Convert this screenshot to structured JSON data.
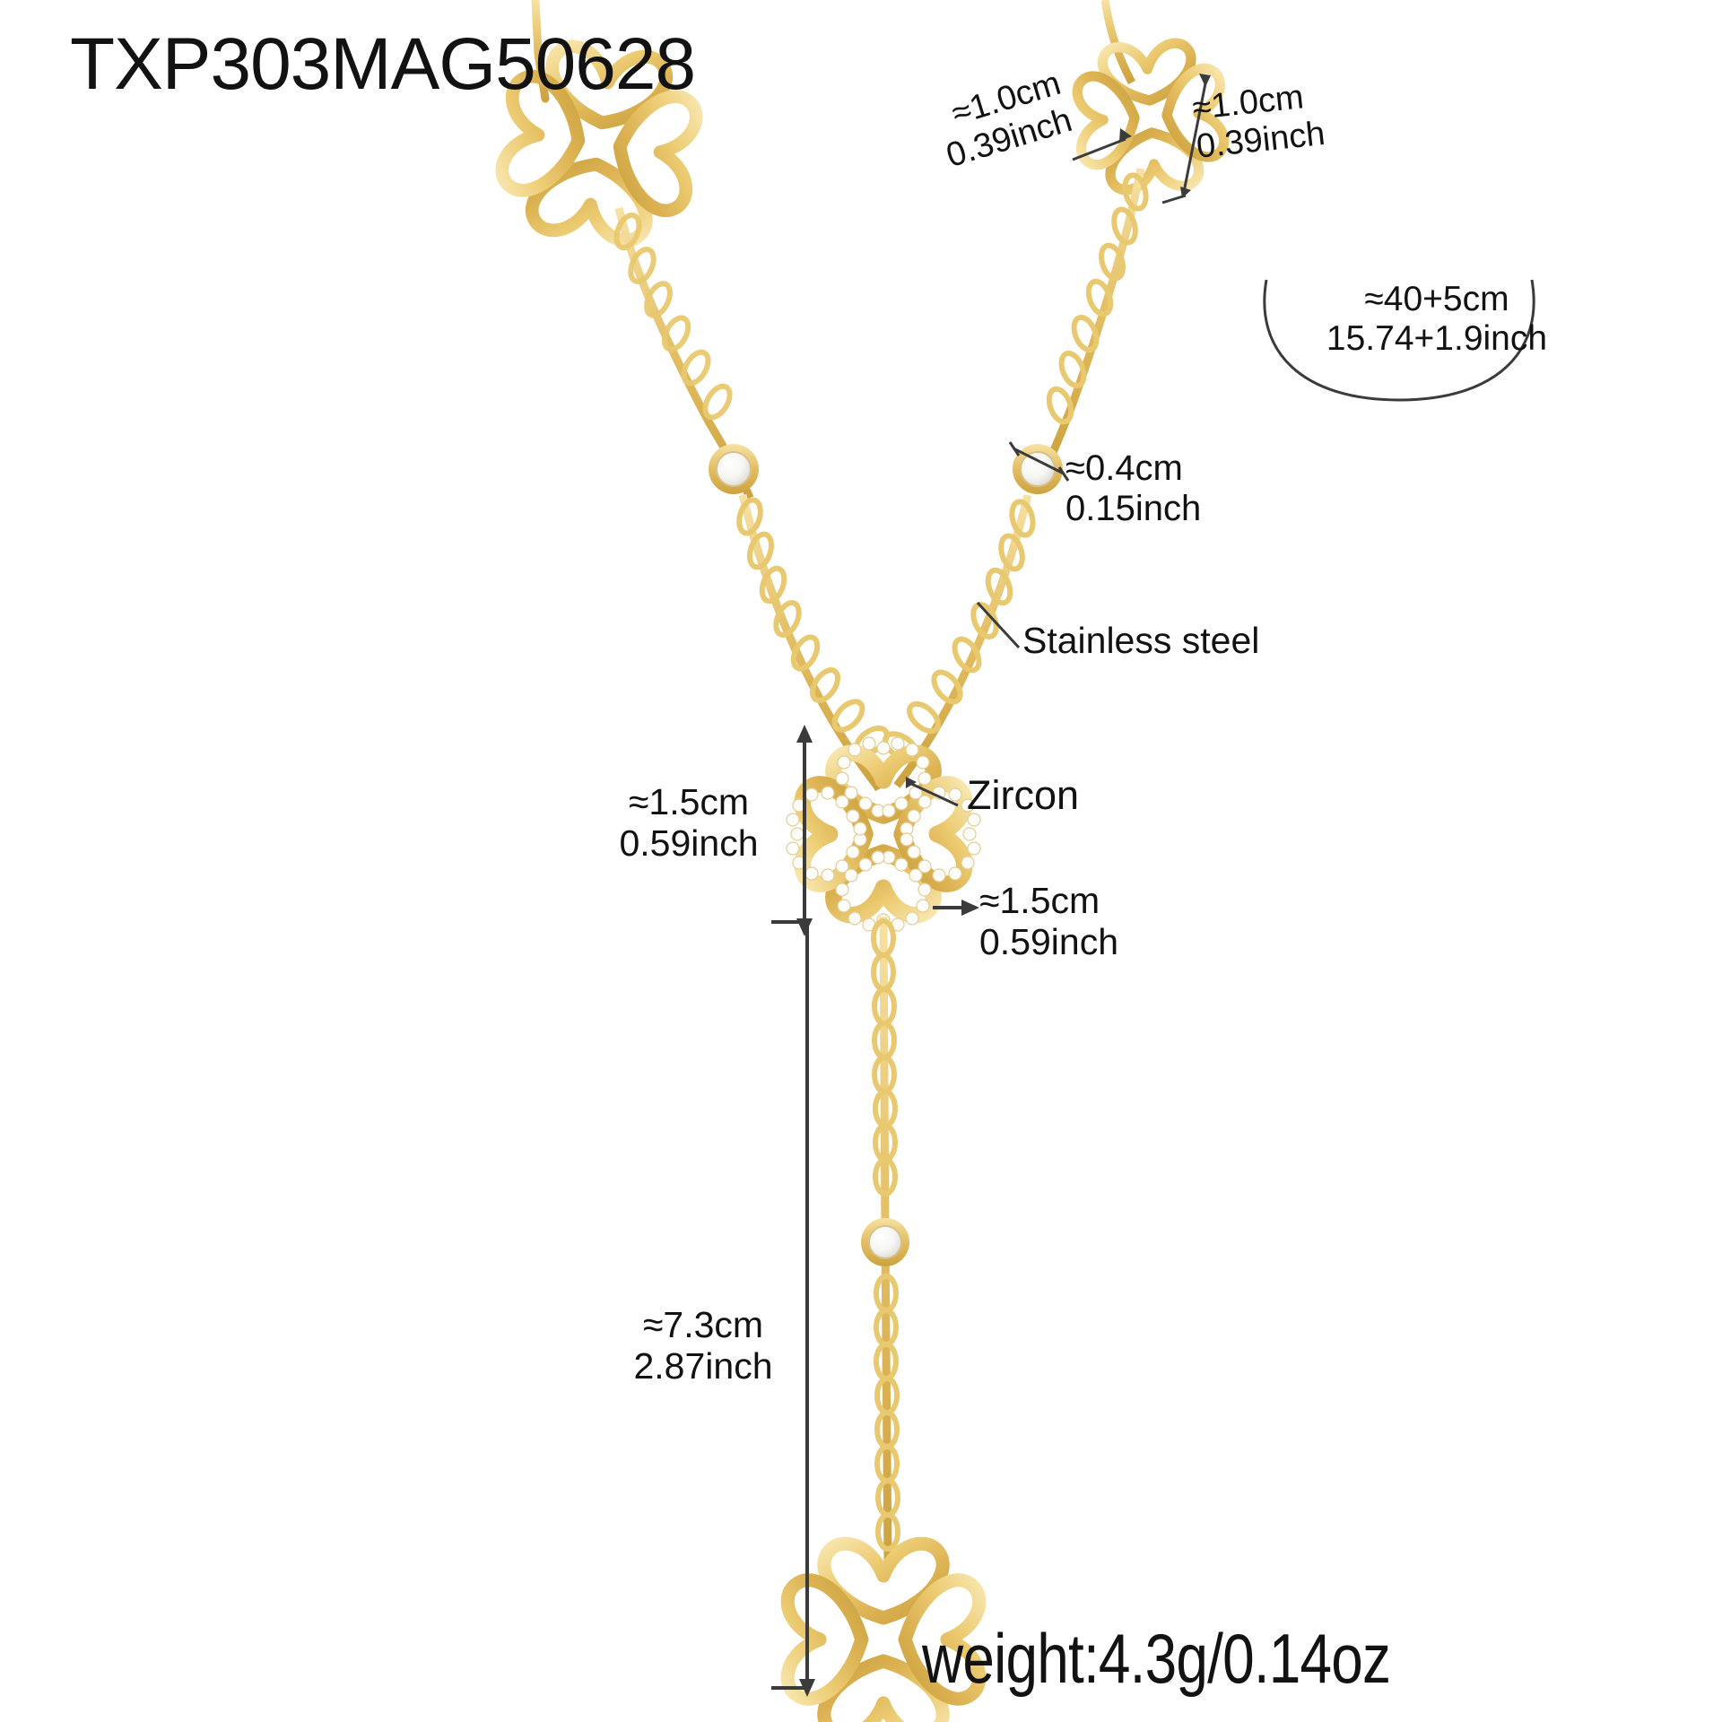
{
  "product": {
    "sku": "TXP303MAG50628",
    "weight_label": "weight:4.3g/0.14oz",
    "material_label": "Stainless steel",
    "stone_label": "Zircon"
  },
  "dimensions": {
    "clover_charm_width": "≈1.0cm\n0.39inch",
    "clover_charm_height": "≈1.0cm\n0.39inch",
    "chain_length": "≈40+5cm\n15.74+1.9inch",
    "bead_diameter": "≈0.4cm\n0.15inch",
    "pendant_height": "≈1.5cm\n0.59inch",
    "pendant_width": "≈1.5cm\n0.59inch",
    "drop_length": "≈7.3cm\n2.87inch"
  },
  "colors": {
    "gold_light": "#f5da93",
    "gold_mid": "#e8c260",
    "gold_dark": "#c79b33",
    "text": "#121212",
    "leader_line": "#3a3a3a",
    "background": "#ffffff"
  },
  "icons": {
    "clover": "four-leaf-clover-heart-charm",
    "bead": "round-zircon-bezel-bead",
    "pendant": "pave-clover-pendant",
    "chain": "cable-chain-link"
  }
}
